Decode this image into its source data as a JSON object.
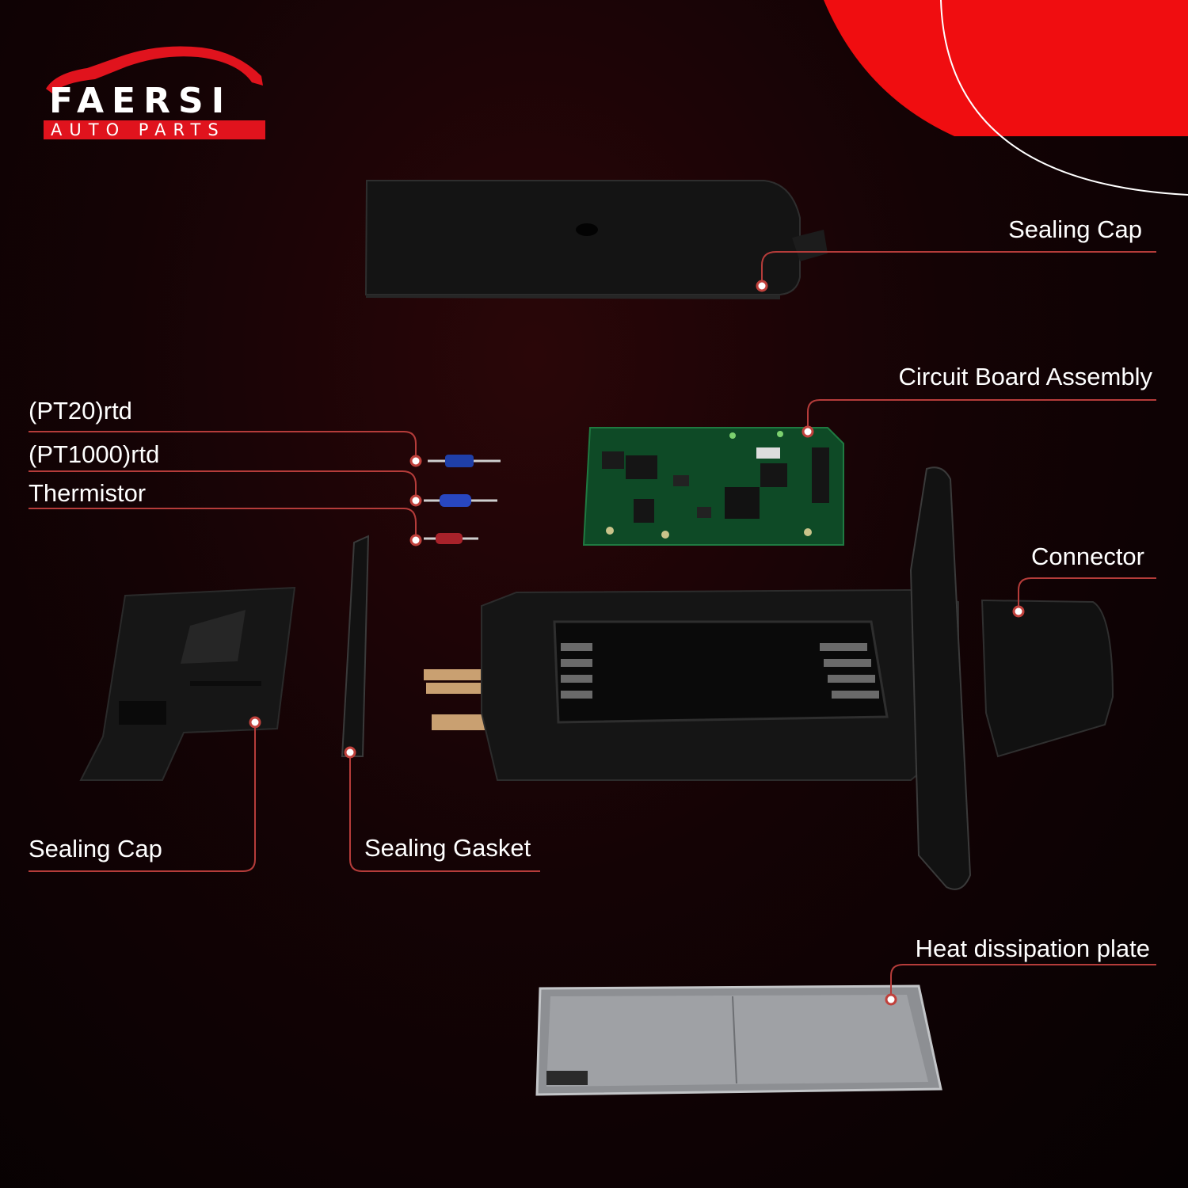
{
  "brand": {
    "name": "FAERSI",
    "tagline": "AUTO PARTS",
    "color": "#e0131d"
  },
  "accent_color": "#c24a48",
  "callouts": {
    "sealing_cap_top": "Sealing Cap",
    "circuit_board": "Circuit Board Assembly",
    "pt20": "(PT20)rtd",
    "pt1000": "(PT1000)rtd",
    "thermistor": "Thermistor",
    "connector": "Connector",
    "sealing_cap_left": "Sealing Cap",
    "sealing_gasket": "Sealing Gasket",
    "heat_plate": "Heat dissipation plate"
  }
}
